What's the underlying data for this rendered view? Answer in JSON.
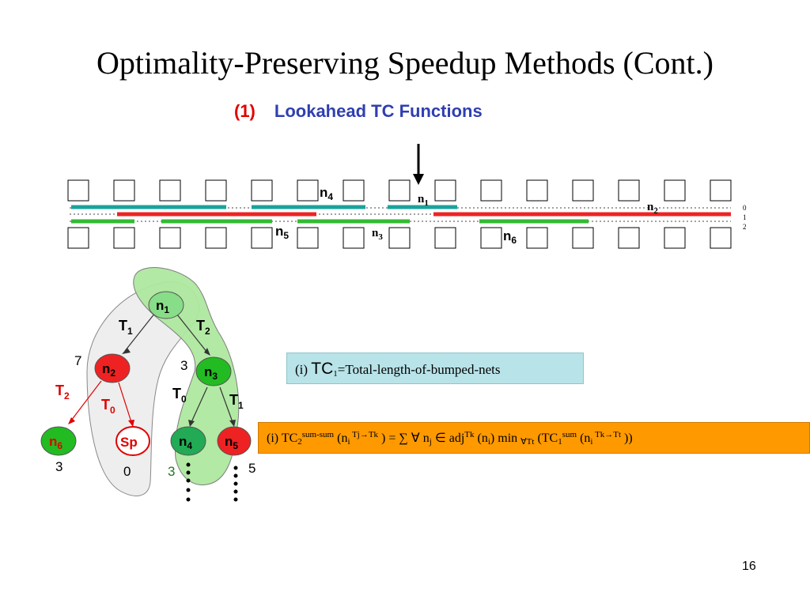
{
  "slide": {
    "title": "Optimality-Preserving Speedup Methods (Cont.)",
    "subtitle_num": "(1)",
    "subtitle_text": "Lookahead TC Functions",
    "page_number": "16"
  },
  "colors": {
    "teal": "#1aa39b",
    "red": "#ee2222",
    "green": "#33bb33",
    "light_green": "#aee8a0",
    "node_red": "#ee2222",
    "node_green": "#22bb22",
    "node_light_green": "#88dd88",
    "node_dark_green": "#22aa55",
    "orange": "#ff9900",
    "light_blue": "#b8e3e8"
  },
  "channel": {
    "net_labels": {
      "n4": "4",
      "n1": "1",
      "n2": "2",
      "n5": "5",
      "n3": "3",
      "n6": "6"
    },
    "track_labels": [
      "0",
      "1",
      "2"
    ]
  },
  "tree": {
    "root": {
      "label": "n",
      "sub": "1"
    },
    "edge_T1_left": {
      "label": "T",
      "sub": "1"
    },
    "edge_T2_right": {
      "label": "T",
      "sub": "2"
    },
    "node_n2": {
      "label": "n",
      "sub": "2",
      "cost": "7"
    },
    "node_n3": {
      "label": "n",
      "sub": "3",
      "cost": "3"
    },
    "edge_T2_n2": {
      "label": "T",
      "sub": "2"
    },
    "edge_T0_n2": {
      "label": "T",
      "sub": "0"
    },
    "edge_T0_n3": {
      "label": "T",
      "sub": "0"
    },
    "edge_T1_n3": {
      "label": "T",
      "sub": "1"
    },
    "node_n6": {
      "label": "n",
      "sub": "6",
      "cost": "3"
    },
    "node_sp": {
      "label": "Sp",
      "cost": "0"
    },
    "node_n4": {
      "label": "n",
      "sub": "4",
      "cost": "3"
    },
    "node_n5": {
      "label": "n",
      "sub": "5",
      "cost": "5"
    }
  },
  "formula1": {
    "prefix": "(i) ",
    "tc": "TC",
    "tc_sub": "1",
    "rest": "=Total-length-of-bumped-nets"
  },
  "formula2": {
    "p1": "(i) TC",
    "p1_sub": "2",
    "p1_sup": "sum-sum",
    "p2": " (n",
    "p2_sub": "i",
    "p2_sup": " Tj→Tk",
    "p3": " ) =  ∑ ∀ n",
    "p3_sub": "j",
    "p4": " ∈ adj",
    "p4_sup": "Tk",
    "p5": " (n",
    "p5_sub": "i",
    "p6": ") min ",
    "p6_sub": "∀Tt",
    "p7": " (TC",
    "p7_sub": "1",
    "p7_sup": "sum",
    "p8": " (n",
    "p8_sub": "i",
    "p8_sup": " Tk→Tt",
    "p9": " ))"
  }
}
